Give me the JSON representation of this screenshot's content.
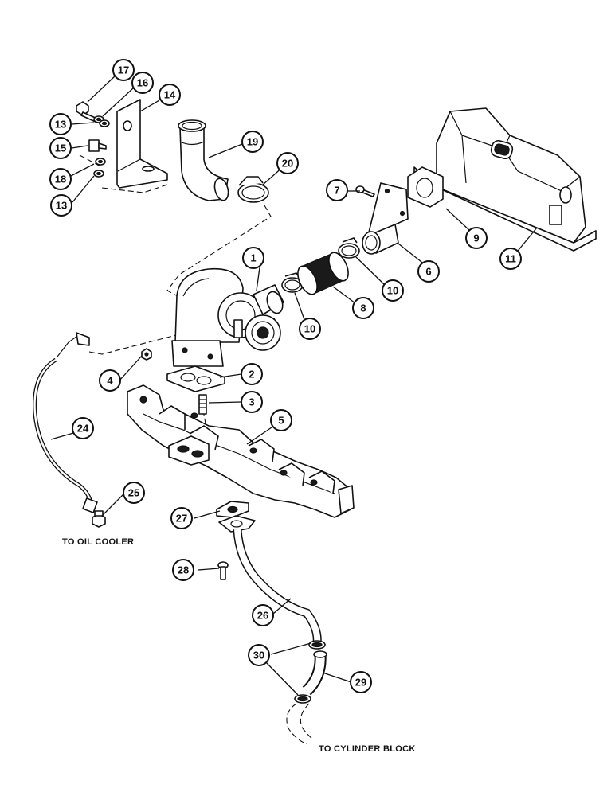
{
  "callouts": [
    {
      "id": "c1",
      "label": "1"
    },
    {
      "id": "c2",
      "label": "2"
    },
    {
      "id": "c3",
      "label": "3"
    },
    {
      "id": "c4",
      "label": "4"
    },
    {
      "id": "c5",
      "label": "5"
    },
    {
      "id": "c6",
      "label": "6"
    },
    {
      "id": "c7",
      "label": "7"
    },
    {
      "id": "c8",
      "label": "8"
    },
    {
      "id": "c9",
      "label": "9"
    },
    {
      "id": "c10a",
      "label": "10"
    },
    {
      "id": "c10b",
      "label": "10"
    },
    {
      "id": "c11",
      "label": "11"
    },
    {
      "id": "c13a",
      "label": "13"
    },
    {
      "id": "c13b",
      "label": "13"
    },
    {
      "id": "c14",
      "label": "14"
    },
    {
      "id": "c15",
      "label": "15"
    },
    {
      "id": "c16",
      "label": "16"
    },
    {
      "id": "c17",
      "label": "17"
    },
    {
      "id": "c18",
      "label": "18"
    },
    {
      "id": "c19",
      "label": "19"
    },
    {
      "id": "c20",
      "label": "20"
    },
    {
      "id": "c24",
      "label": "24"
    },
    {
      "id": "c25",
      "label": "25"
    },
    {
      "id": "c26",
      "label": "26"
    },
    {
      "id": "c27",
      "label": "27"
    },
    {
      "id": "c28",
      "label": "28"
    },
    {
      "id": "c29",
      "label": "29"
    },
    {
      "id": "c30",
      "label": "30"
    }
  ],
  "notes": {
    "oil_cooler": "TO OIL COOLER",
    "cylinder_block": "TO CYLINDER BLOCK"
  }
}
